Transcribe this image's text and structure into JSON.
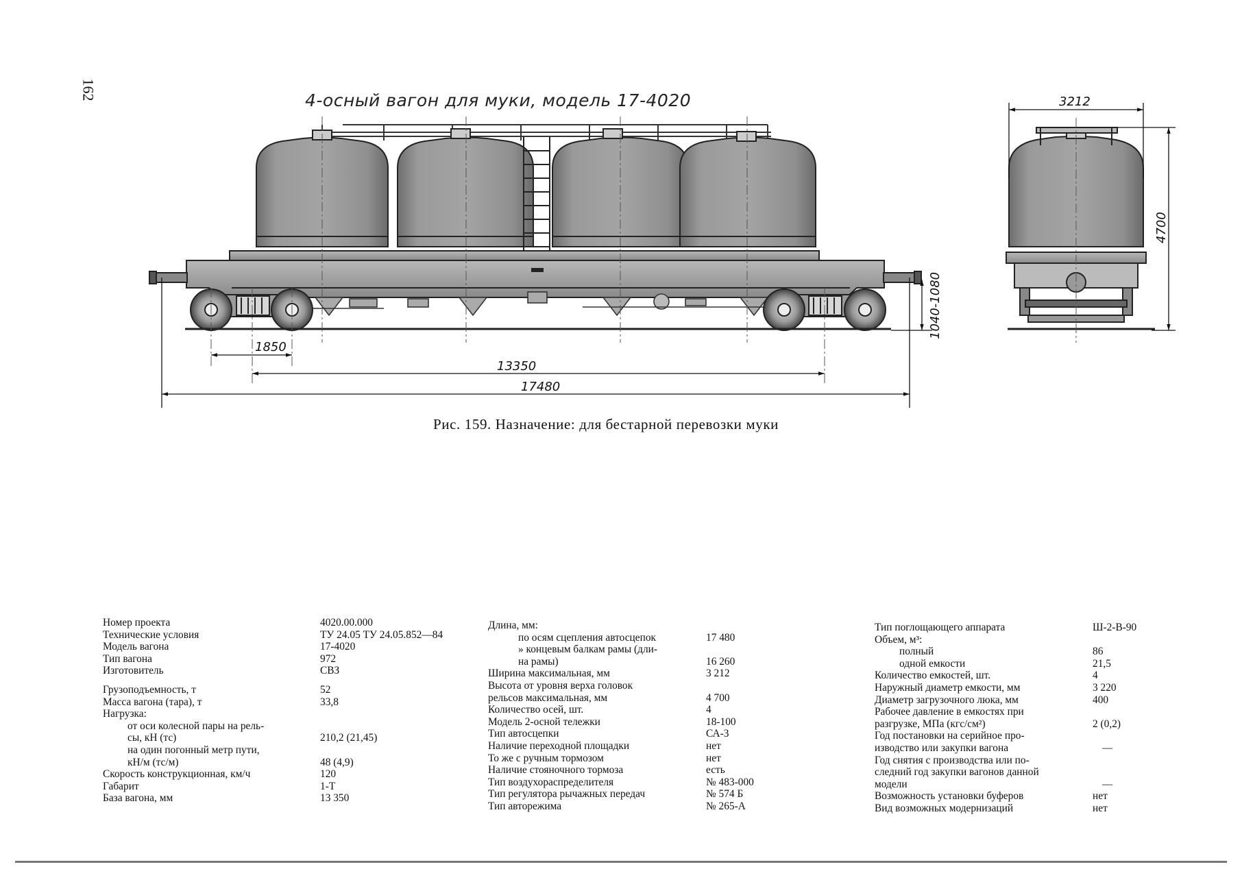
{
  "page": {
    "number": "162",
    "drawing_title": "4-осный вагон для муки, модель 17-4020",
    "caption": "Рис. 159. Назначение: для бестарной перевозки муки"
  },
  "dimensions": {
    "bogie_base": "1850",
    "base": "13350",
    "length": "17480",
    "coupler_height": "1040-1080",
    "width": "3212",
    "height": "4700"
  },
  "specs_left": [
    {
      "label": "Номер проекта",
      "value": "4020.00.000"
    },
    {
      "label": "Технические условия",
      "value": "ТУ 24.05 ТУ 24.05.852—84"
    },
    {
      "label": "Модель вагона",
      "value": "17-4020"
    },
    {
      "label": "Тип вагона",
      "value": "972"
    },
    {
      "label": "Изготовитель",
      "value": "СВЗ"
    },
    {
      "label": "Грузоподъемность, т",
      "value": "52"
    },
    {
      "label": "Масса вагона (тара), т",
      "value": "33,8"
    },
    {
      "label": "Нагрузка:",
      "value": ""
    },
    {
      "label": "от оси колесной пары на рель-",
      "value": ""
    },
    {
      "label": "сы, кН (тс)",
      "value": "210,2 (21,45)"
    },
    {
      "label": "на один погонный метр пути,",
      "value": ""
    },
    {
      "label": "кН/м (тс/м)",
      "value": "48 (4,9)"
    },
    {
      "label": "Скорость конструкционная, км/ч",
      "value": "120"
    },
    {
      "label": "Габарит",
      "value": "1-Т"
    },
    {
      "label": "База вагона, мм",
      "value": "13 350"
    }
  ],
  "specs_middle": [
    {
      "label": "Длина, мм:",
      "value": ""
    },
    {
      "label": "по осям сцепления автосцепок",
      "value": "17 480"
    },
    {
      "label": "» концевым балкам рамы (дли-",
      "value": ""
    },
    {
      "label": "на рамы)",
      "value": "16 260"
    },
    {
      "label": "Ширина максимальная, мм",
      "value": "3 212"
    },
    {
      "label": "Высота от уровня верха головок",
      "value": ""
    },
    {
      "label": "рельсов максимальная, мм",
      "value": "4 700"
    },
    {
      "label": "Количество осей, шт.",
      "value": "4"
    },
    {
      "label": "Модель 2-осной тележки",
      "value": "18-100"
    },
    {
      "label": "Тип автосцепки",
      "value": "СА-3"
    },
    {
      "label": "Наличие переходной площадки",
      "value": "нет"
    },
    {
      "label": "То же с ручным тормозом",
      "value": "нет"
    },
    {
      "label": "Наличие стояночного тормоза",
      "value": "есть"
    },
    {
      "label": "Тип воздухораспределителя",
      "value": "№ 483-000"
    },
    {
      "label": "Тип регулятора рычажных передач",
      "value": "№ 574 Б"
    },
    {
      "label": "Тип авторежима",
      "value": "№ 265-А"
    }
  ],
  "specs_right": [
    {
      "label": "Тип поглощающего аппарата",
      "value": "Ш-2-В-90"
    },
    {
      "label": "Объем, м³:",
      "value": ""
    },
    {
      "label": "полный",
      "value": "86"
    },
    {
      "label": "одной емкости",
      "value": "21,5"
    },
    {
      "label": "Количество емкостей, шт.",
      "value": "4"
    },
    {
      "label": "Наружный диаметр емкости, мм",
      "value": "3 220"
    },
    {
      "label": "Диаметр загрузочного люка, мм",
      "value": "400"
    },
    {
      "label": "Рабочее давление в емкостях при",
      "value": ""
    },
    {
      "label": "разгрузке, МПа (кгс/см²)",
      "value": "2 (0,2)"
    },
    {
      "label": "Год постановки на серийное про-",
      "value": ""
    },
    {
      "label": "изводство или закупки вагона",
      "value": "—"
    },
    {
      "label": "Год снятия с производства или по-",
      "value": ""
    },
    {
      "label": "следний год закупки вагонов данной",
      "value": ""
    },
    {
      "label": "модели",
      "value": "—"
    },
    {
      "label": "Возможность установки буферов",
      "value": "нет"
    },
    {
      "label": "Вид возможных модернизаций",
      "value": "нет"
    }
  ]
}
